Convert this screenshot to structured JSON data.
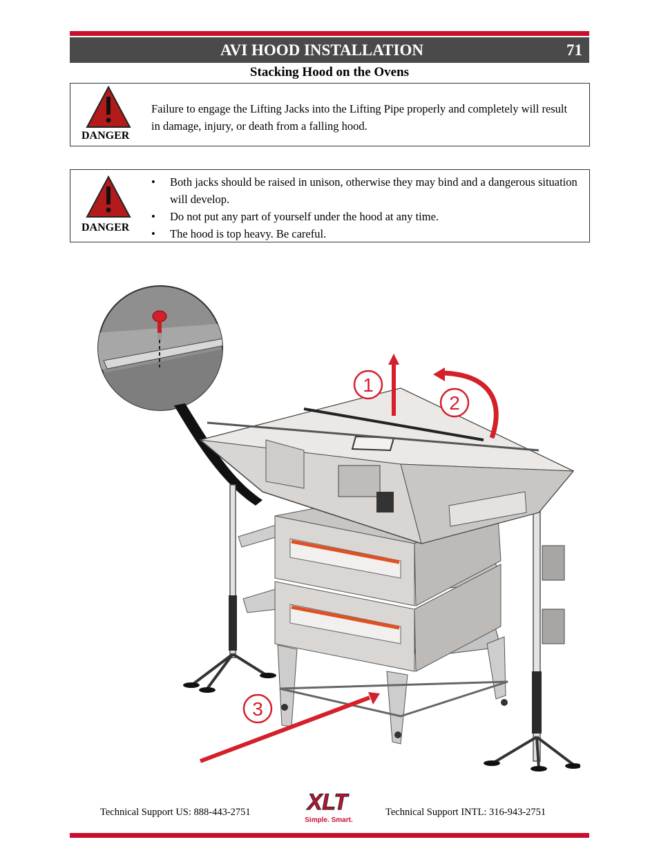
{
  "header": {
    "title": "AVI HOOD INSTALLATION",
    "page_number": "71"
  },
  "section_title": "Stacking Hood on the Ovens",
  "warning_1": {
    "label": "DANGER",
    "text": "Failure to engage the Lifting Jacks into the Lifting Pipe properly and completely will result in damage, injury, or death from a falling hood."
  },
  "warning_2": {
    "label": "DANGER",
    "bullets": [
      "Both jacks should be raised in unison, otherwise they may bind and a dangerous situation will develop.",
      "Do not put any part of yourself under the hood at any time.",
      "The hood is top heavy.  Be careful."
    ]
  },
  "figure": {
    "step_labels": [
      "1",
      "2",
      "3"
    ]
  },
  "footer": {
    "support_us": "Technical Support  US:  888-443-2751",
    "support_intl": "Technical Support  INTL:  316-943-2751",
    "logo_text": "XLT",
    "logo_tagline": "Simple. Smart."
  },
  "colors": {
    "accent_red": "#c8102e",
    "header_gray": "#4a4a4a"
  }
}
